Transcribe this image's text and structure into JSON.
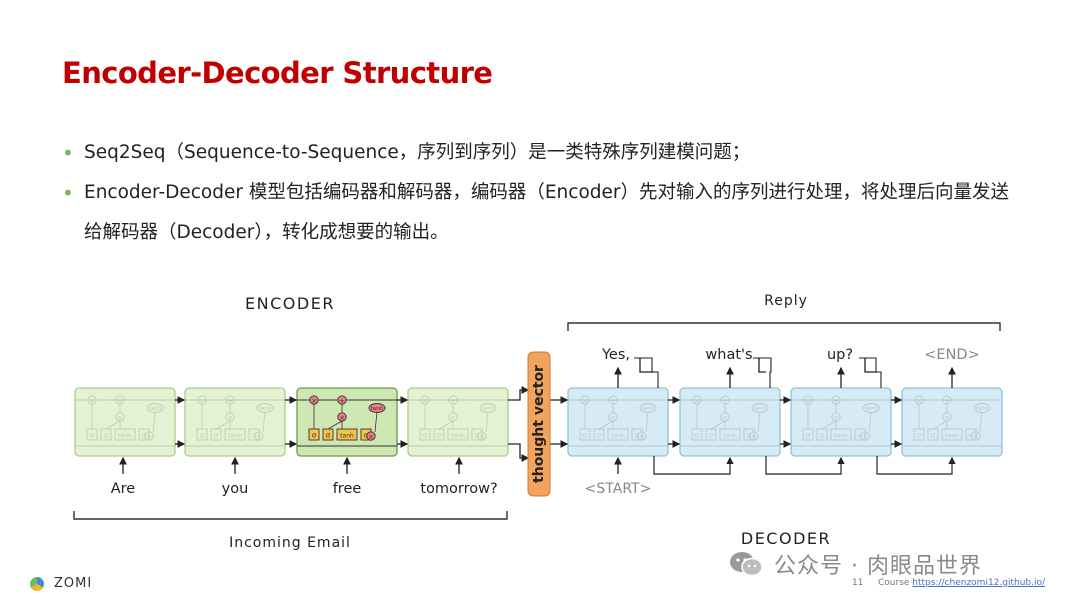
{
  "slide": {
    "title": "Encoder-Decoder Structure",
    "bullets": [
      "Seq2Seq（Sequence-to-Sequence，序列到序列）是一类特殊序列建模问题；",
      "Encoder-Decoder 模型包括编码器和解码器，编码器（Encoder）先对输入的序列进行处理，将处理后向量发送给解码器（Decoder），转化成想要的输出。"
    ]
  },
  "diagram": {
    "encoder_label": "ENCODER",
    "decoder_label": "DECODER",
    "reply_label": "Reply",
    "incoming_label": "Incoming Email",
    "thought_vector": "thought vector",
    "cell_ops": [
      "σ",
      "σ",
      "tanh",
      "σ"
    ],
    "cell_tanh": "tanh",
    "encoder_inputs": [
      "Are",
      "you",
      "free",
      "tomorrow?"
    ],
    "decoder_input": "<START>",
    "decoder_outputs": [
      "Yes,",
      "what's",
      "up?",
      "<END>"
    ],
    "colors": {
      "encoder_cell": "#e4f1d3",
      "encoder_border": "#a9cf85",
      "highlight_cell": "#cfe7b3",
      "decoder_cell": "#d6ebf5",
      "decoder_border": "#8fc3dc",
      "thought_vector": "#f0a45d"
    }
  },
  "footer": {
    "brand": "ZOMI",
    "page": "11",
    "course_prefix": "Course",
    "course_link": "https://chenzomi12.github.io/",
    "watermark": "公众号 · 肉眼品世界"
  }
}
